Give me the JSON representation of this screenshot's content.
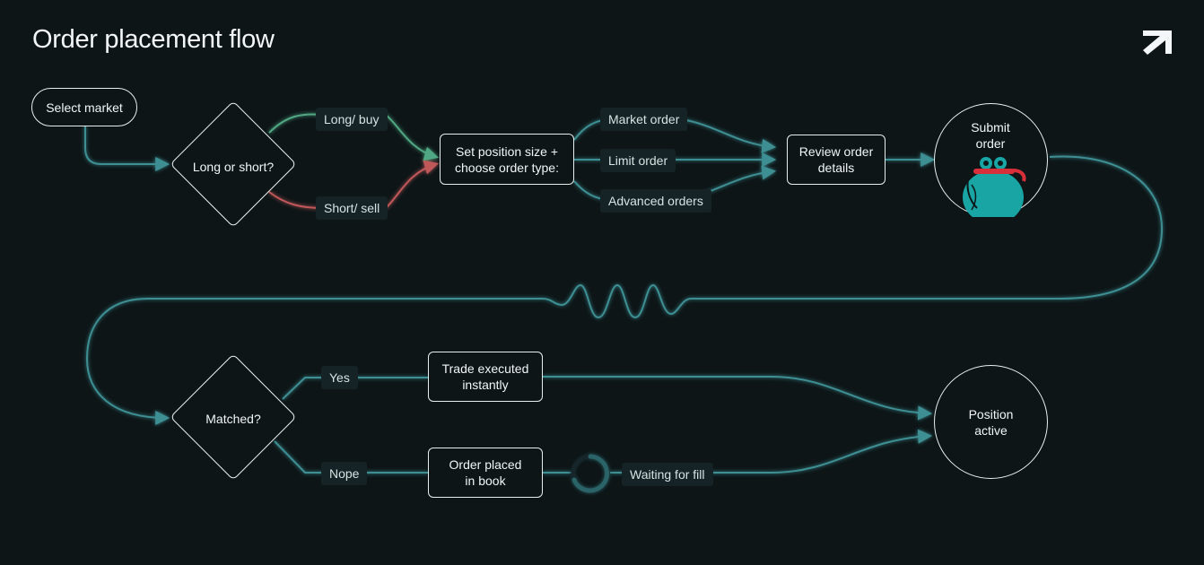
{
  "title": "Order placement flow",
  "colors": {
    "background": "#0d1517",
    "flow_line": "#3d8f93",
    "long_line": "#4fa883",
    "short_line": "#c0585a",
    "node_border": "#e9efef",
    "tag_bg": "#152326"
  },
  "icons": {
    "logo": "arrow-up-right-icon",
    "spinner": "loading-spinner-icon",
    "mascot": "frog-mascot-icon"
  },
  "nodes": {
    "select_market": "Select market",
    "long_or_short": "Long or short?",
    "set_position": [
      "Set position size +",
      "choose order type:"
    ],
    "review_order": [
      "Review order",
      "details"
    ],
    "submit_order": [
      "Submit",
      "order"
    ],
    "matched": "Matched?",
    "trade_executed": [
      "Trade executed",
      "instantly"
    ],
    "order_placed": [
      "Order placed",
      "in book"
    ],
    "position_active": [
      "Position",
      "active"
    ]
  },
  "labels": {
    "long_buy": "Long/ buy",
    "short_sell": "Short/ sell",
    "market_order": "Market order",
    "limit_order": "Limit order",
    "advanced_orders": "Advanced orders",
    "yes": "Yes",
    "nope": "Nope",
    "waiting_for_fill": "Waiting for fill"
  }
}
